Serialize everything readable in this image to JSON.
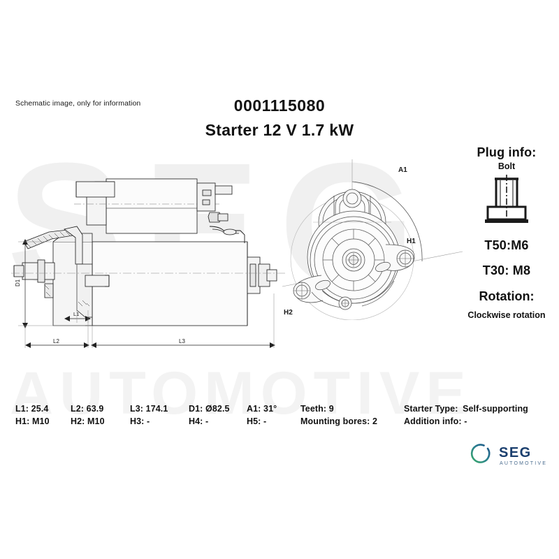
{
  "header": {
    "schematic_note": "Schematic image, only for information",
    "part_number": "0001115080",
    "product_title": "Starter 12 V 1.7 kW"
  },
  "watermark": {
    "brand": "SEG",
    "sub": "AUTOMOTIVE"
  },
  "side_view": {
    "labels": {
      "d1": "D1",
      "l1": "L1",
      "l2": "L2",
      "l3": "L3"
    }
  },
  "front_view": {
    "labels": {
      "a1": "A1",
      "h1": "H1",
      "h2": "H2"
    }
  },
  "plug_info": {
    "title": "Plug info:",
    "bolt_label": "Bolt",
    "terminal_50": "T50:M6",
    "terminal_30": "T30: M8",
    "rotation_title": "Rotation:",
    "rotation_value": "Clockwise rotation"
  },
  "specs": {
    "row1": [
      {
        "label": "L1:",
        "value": "25.4"
      },
      {
        "label": "L2:",
        "value": "63.9"
      },
      {
        "label": "L3:",
        "value": "174.1"
      },
      {
        "label": "D1:",
        "value": "Ø82.5"
      },
      {
        "label": "A1:",
        "value": "31°"
      },
      {
        "label": "Teeth:",
        "value": "9"
      },
      {
        "label": "Starter Type:",
        "value": "Self-supporting"
      }
    ],
    "row2": [
      {
        "label": "H1:",
        "value": "M10"
      },
      {
        "label": "H2:",
        "value": "M10"
      },
      {
        "label": "H3:",
        "value": "-"
      },
      {
        "label": "H4:",
        "value": "-"
      },
      {
        "label": "H5:",
        "value": "-"
      },
      {
        "label": "Mounting bores:",
        "value": "2"
      },
      {
        "label": "Addition info:",
        "value": "-"
      }
    ]
  },
  "logo": {
    "name": "SEG",
    "tagline": "AUTOMOTIVE",
    "color_text": "#1b3f6e",
    "color_arc_start": "#3aa96b",
    "color_arc_end": "#1b4f86"
  }
}
